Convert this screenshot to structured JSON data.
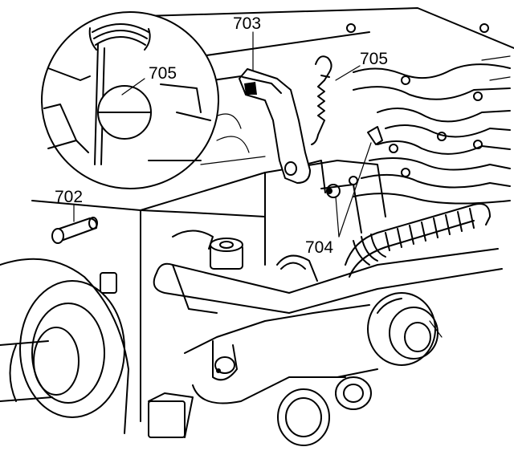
{
  "callouts": {
    "part_703": "703",
    "part_705_inset": "705",
    "part_705_main": "705",
    "part_702": "702",
    "part_704": "704"
  },
  "colors": {
    "ink": "#000000",
    "paper": "#ffffff"
  }
}
